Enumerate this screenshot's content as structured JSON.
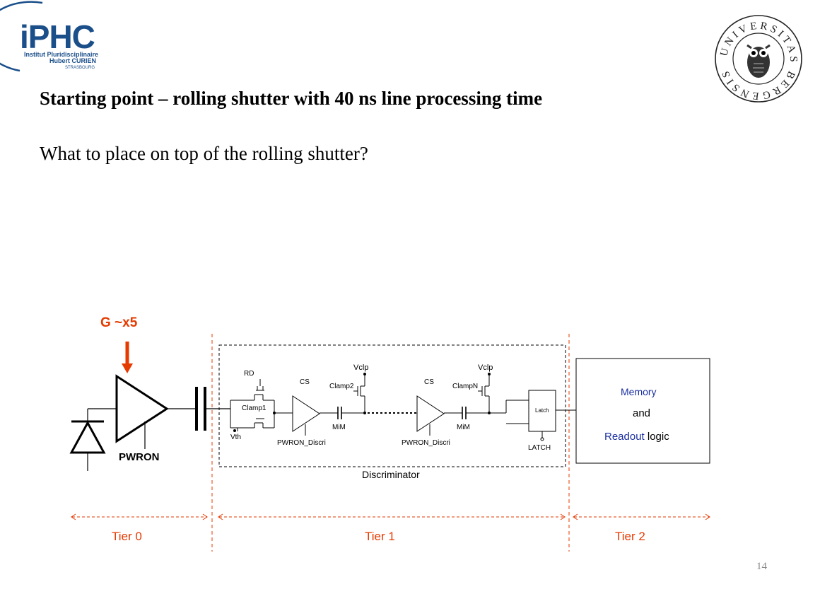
{
  "logos": {
    "iphc_main": "iPHC",
    "iphc_line1": "Institut Pluridisciplinaire",
    "iphc_line2": "Hubert CURIEN",
    "iphc_line3": "STRASBOURG",
    "bergen_text": "UNIVERSITAS BERGENSIS"
  },
  "slide": {
    "title": "Starting point – rolling shutter with 40 ns line processing time",
    "subtitle": "What to place on top of the rolling shutter?",
    "page_number": "14"
  },
  "diagram": {
    "gain_label": "G ~x5",
    "pwron_label": "PWRON",
    "labels": {
      "rd": "RD",
      "clamp1": "Clamp1",
      "vth": "Vth",
      "cs1": "CS",
      "pwron_discri1": "PWRON_Discri",
      "vclp1": "Vclp",
      "clamp2": "Clamp2",
      "mim1": "MiM",
      "cs2": "CS",
      "pwron_discri2": "PWRON_Discri",
      "vclp2": "Vclp",
      "clampn": "ClampN",
      "mim2": "MiM",
      "latch_box": "Latch",
      "latch_pin": "LATCH",
      "discriminator": "Discriminator"
    },
    "memory_box": {
      "line1": "Memory",
      "line2": "and",
      "line3_blue": "Readout",
      "line3_black": " logic"
    },
    "tiers": [
      "Tier 0",
      "Tier 1",
      "Tier 2"
    ]
  },
  "colors": {
    "accent_red": "#e53a00",
    "iphc_blue": "#1b4f8a",
    "memory_blue": "#1a2fa0"
  }
}
